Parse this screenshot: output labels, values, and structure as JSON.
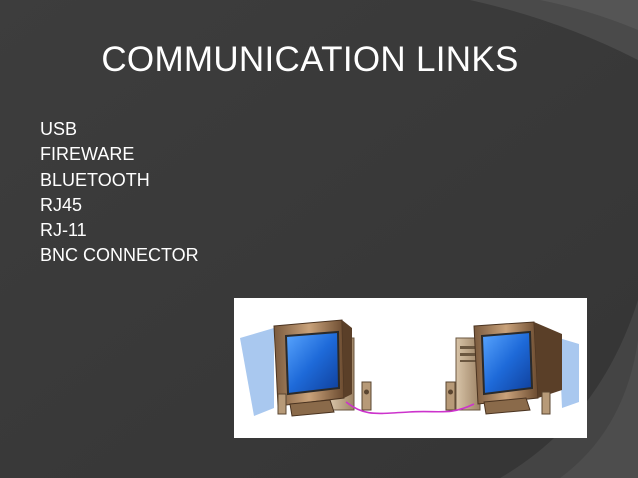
{
  "slide": {
    "title": "COMMUNICATION LINKS",
    "bullets": [
      "USB",
      "FIREWARE",
      "BLUETOOTH",
      "RJ45",
      "RJ-11",
      "BNC CONNECTOR"
    ]
  },
  "colors": {
    "background": "#3b3b3b",
    "text": "#ffffff",
    "monitor_screen": "#1e6ad9",
    "cable": "#cc33cc"
  },
  "illustration": {
    "subject": "two-networked-computers-icon"
  }
}
